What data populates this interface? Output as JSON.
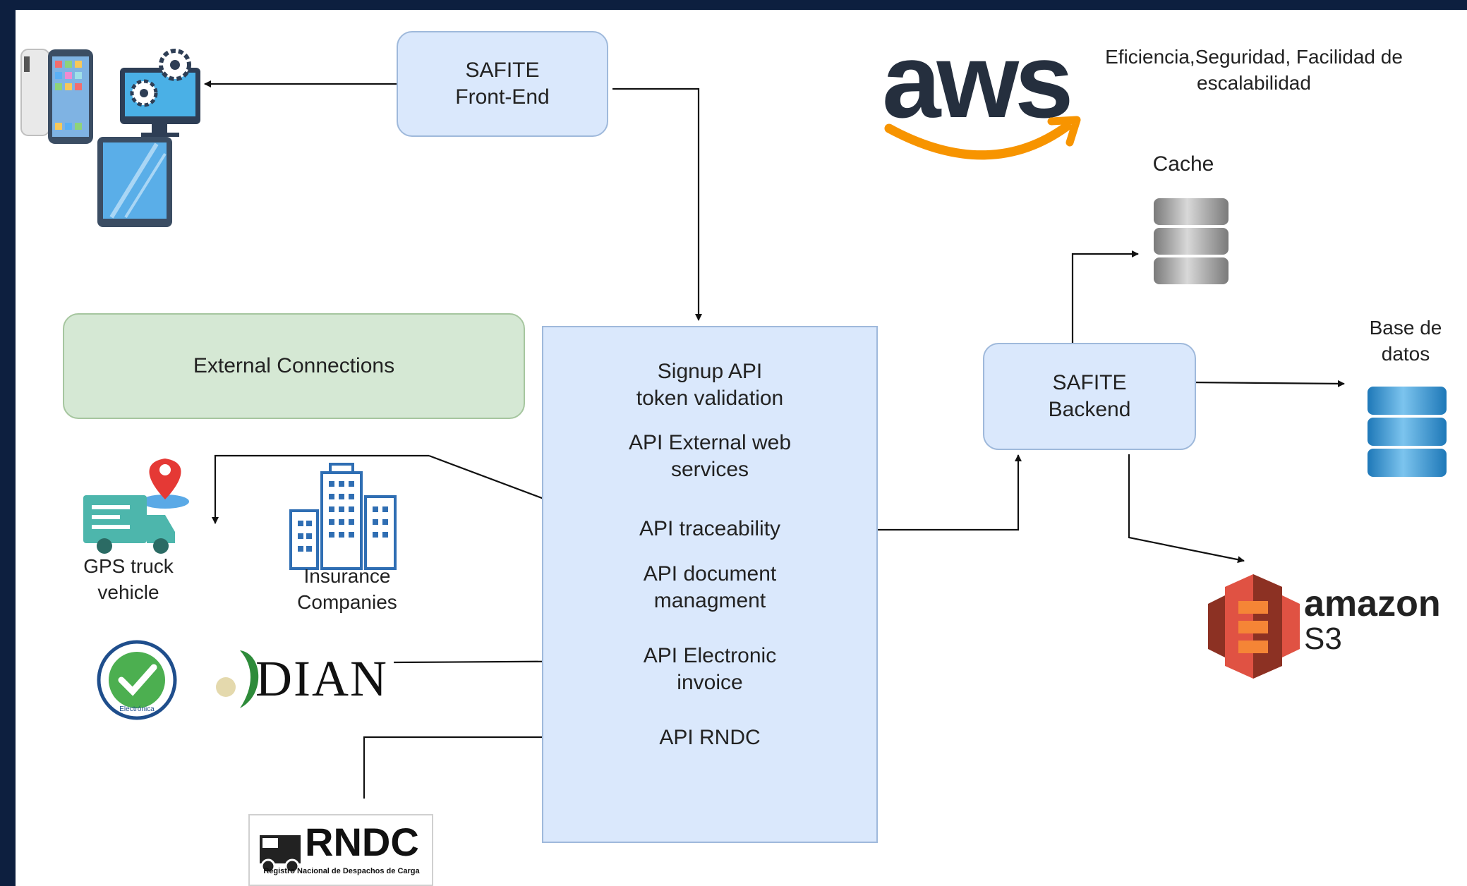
{
  "nodes": {
    "frontend": "SAFITE\nFront-End",
    "external_connections": "External Connections",
    "backend": "SAFITE\nBackend"
  },
  "api_list": {
    "signup": "Signup API\ntoken validation",
    "external": "API External web\nservices",
    "traceability": "API traceability",
    "document": "API document\nmanagment",
    "electronic_invoice": "API Electronic\ninvoice",
    "rndc": "API RNDC"
  },
  "labels": {
    "aws_tagline": "Eficiencia,Seguridad, Facilidad de\nescalabilidad",
    "cache": "Cache",
    "database": "Base de\ndatos",
    "gps": "GPS truck\nvehicle",
    "insurance": "Insurance\nCompanies"
  },
  "logos": {
    "aws": "aws",
    "dian": "DIAN",
    "rndc": "RNDC",
    "rndc_subtitle": "Registro Nacional de Despachos de Carga",
    "amazon": "amazon",
    "s3": "S3",
    "facturacion": "Electrónica"
  },
  "colors": {
    "box_blue": "#dae8fc",
    "box_green": "#d5e8d4",
    "aws_orange": "#f79400",
    "aws_text": "#252f3e",
    "s3_red": "#e05243",
    "db_blue": "#3b9ad9",
    "cache_gray": "#9a9a9a",
    "pin_red": "#e53935",
    "truck_teal": "#4db6ac",
    "building_blue": "#2f6eb3",
    "dian_green": "#2e8b3a"
  },
  "icons": [
    "smartphone-icon",
    "monitor-settings-icon",
    "tablet-icon",
    "truck-location-icon",
    "building-icon",
    "cache-database-icon",
    "database-icon",
    "s3-bucket-icon"
  ]
}
